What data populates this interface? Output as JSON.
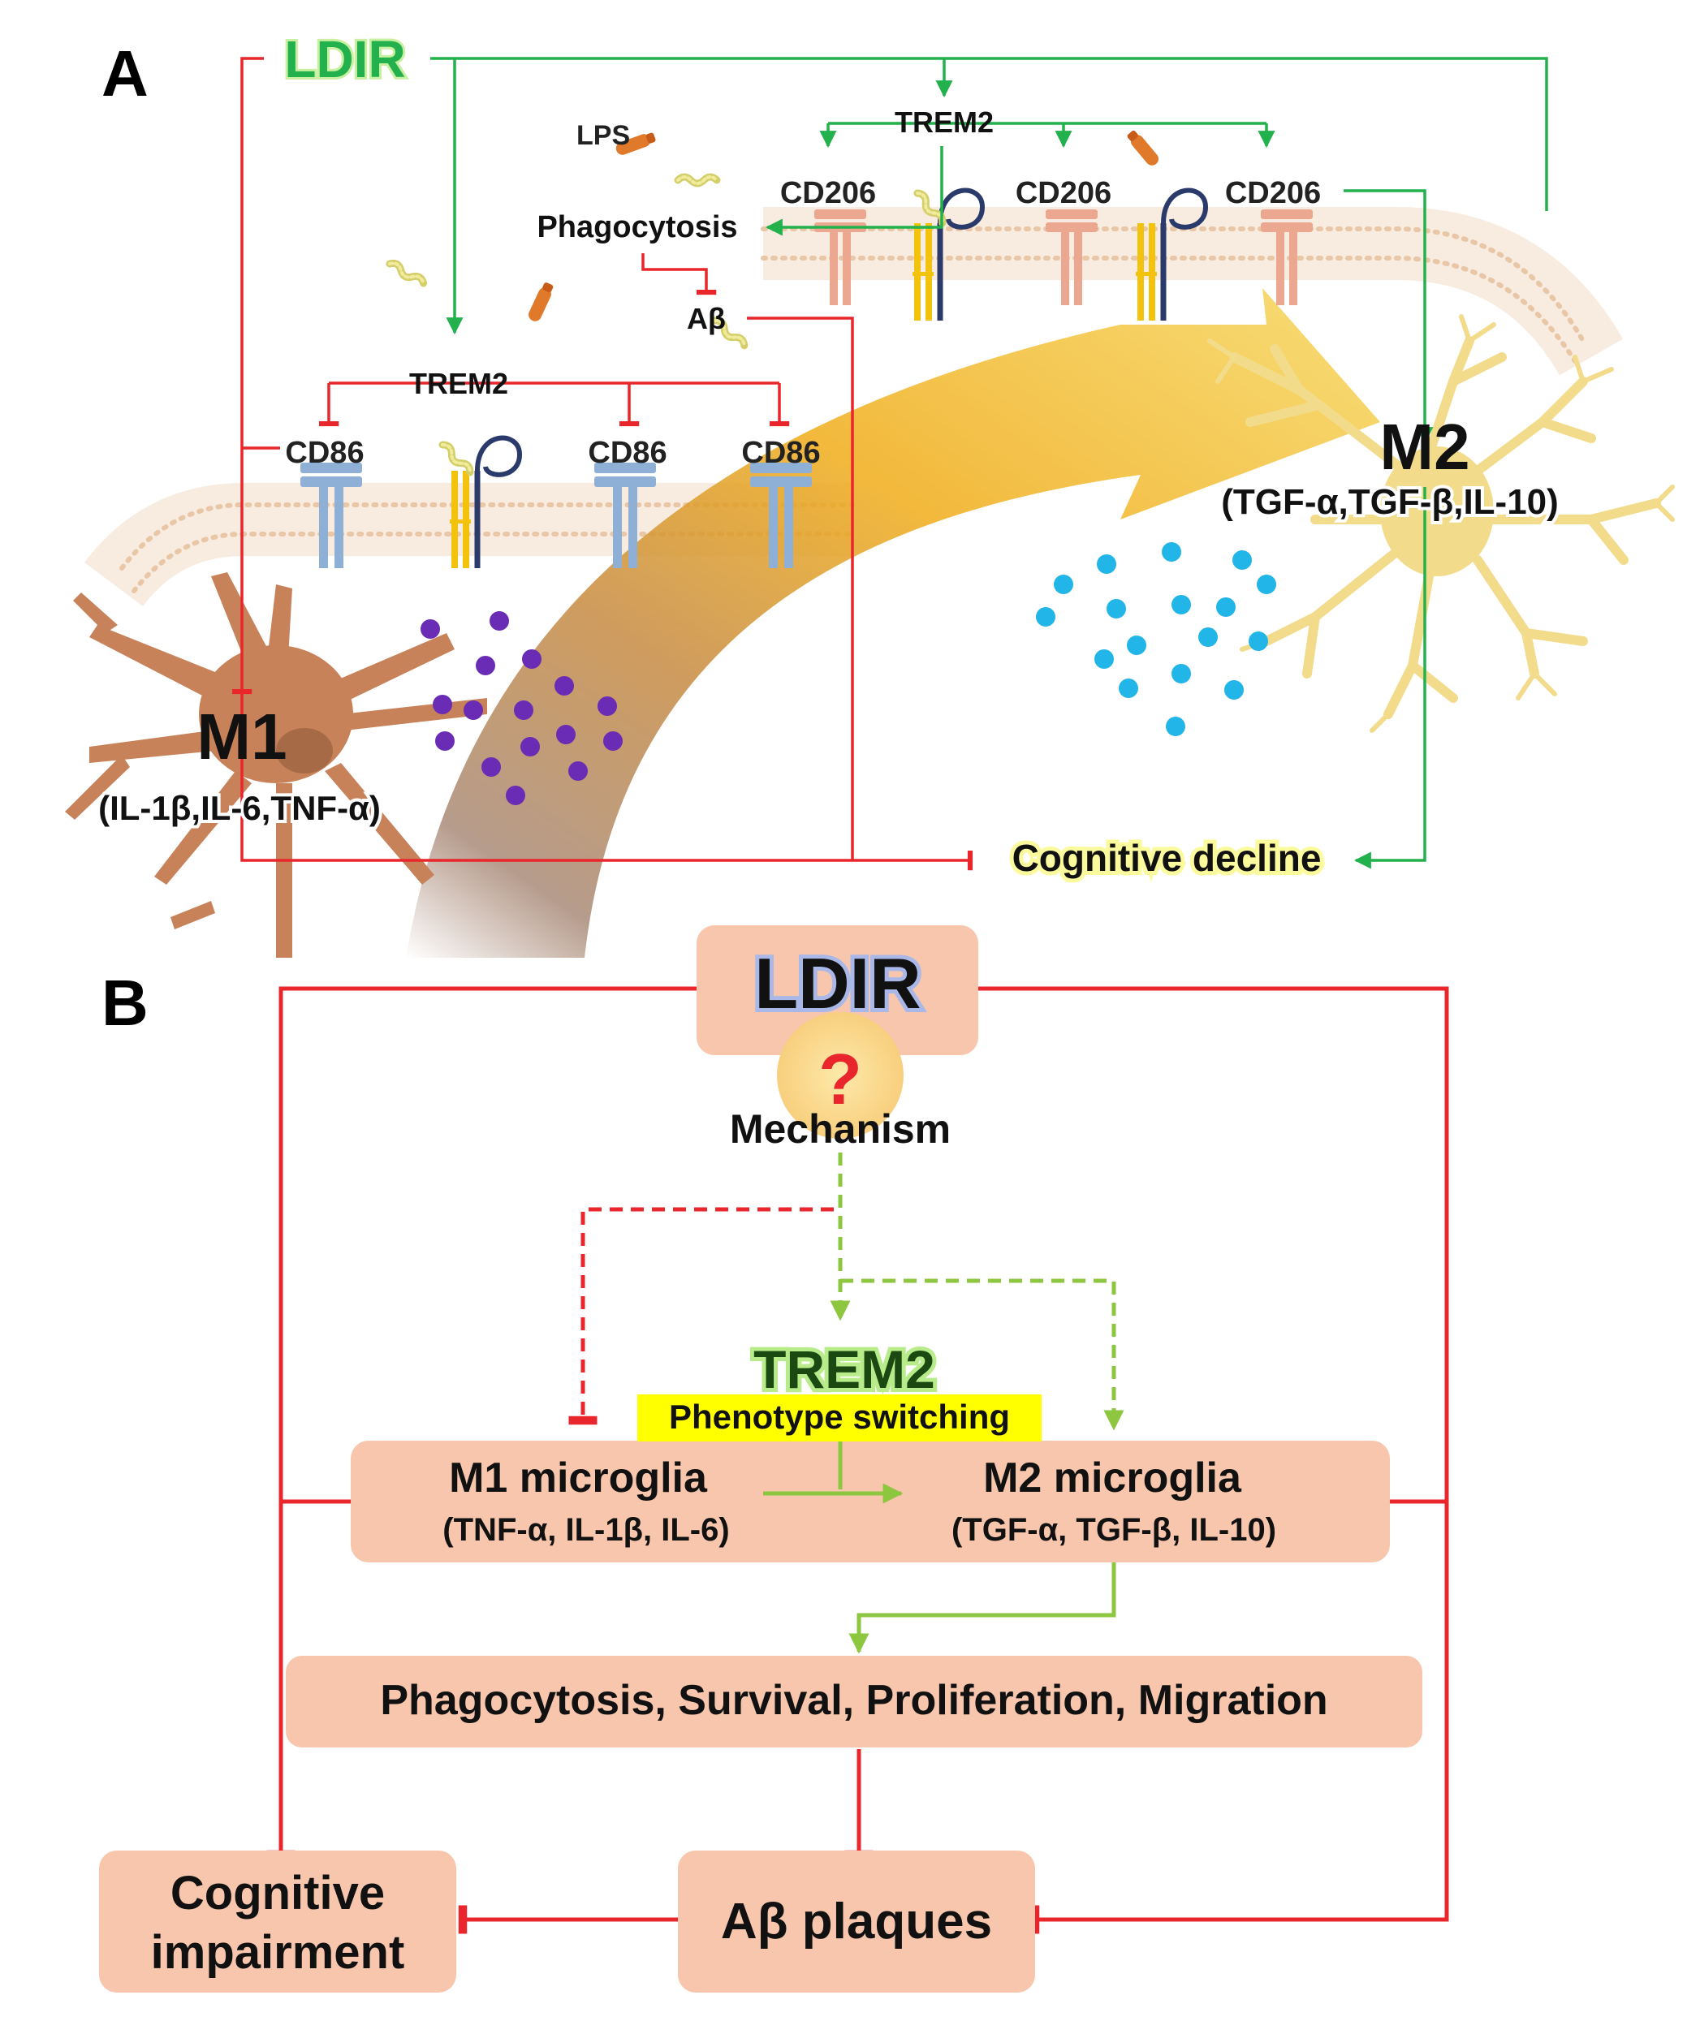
{
  "panel_a": {
    "label": "A",
    "ldir": "LDIR",
    "lps": "LPS",
    "phagocytosis": "Phagocytosis",
    "abeta": "Aβ",
    "trem2_top": "TREM2",
    "trem2_bottom": "TREM2",
    "cd206": [
      "CD206",
      "CD206",
      "CD206"
    ],
    "cd86": [
      "CD86",
      "CD86",
      "CD86"
    ],
    "m1": {
      "title": "M1",
      "cytokines": "(IL-1β,IL-6,TNF-α)"
    },
    "m2": {
      "title": "M2",
      "cytokines": "(TGF-α,TGF-β,IL-10)"
    },
    "cognitive_decline": "Cognitive decline"
  },
  "panel_b": {
    "label": "B",
    "ldir": "LDIR",
    "question_mark": "?",
    "mechanism": "Mechanism",
    "trem2": "TREM2",
    "phenotype_switching": "Phenotype switching",
    "m1": {
      "title": "M1 microglia",
      "cytokines": "(TNF-α, IL-1β, IL-6)"
    },
    "m2": {
      "title": "M2 microglia",
      "cytokines": "(TGF-α, TGF-β, IL-10)"
    },
    "functions": "Phagocytosis, Survival, Proliferation, Migration",
    "cognitive_impairment_line1": "Cognitive",
    "cognitive_impairment_line2": "impairment",
    "abeta_plaques": "Aβ plaques"
  },
  "colors": {
    "inhibit_red": "#e8262b",
    "promote_green": "#22b14c",
    "light_green": "#8dc63f",
    "box_fill": "#f8c6ad",
    "cd86_blue": "#8fb0d6",
    "cd206_salmon": "#eca790",
    "m1_purple": "#6a2bb5",
    "m2_cyan": "#22b5e8",
    "m1_cell": "#c8825a",
    "m2_cell": "#f2dc8c",
    "highlight_yellow": "#ffff00"
  }
}
